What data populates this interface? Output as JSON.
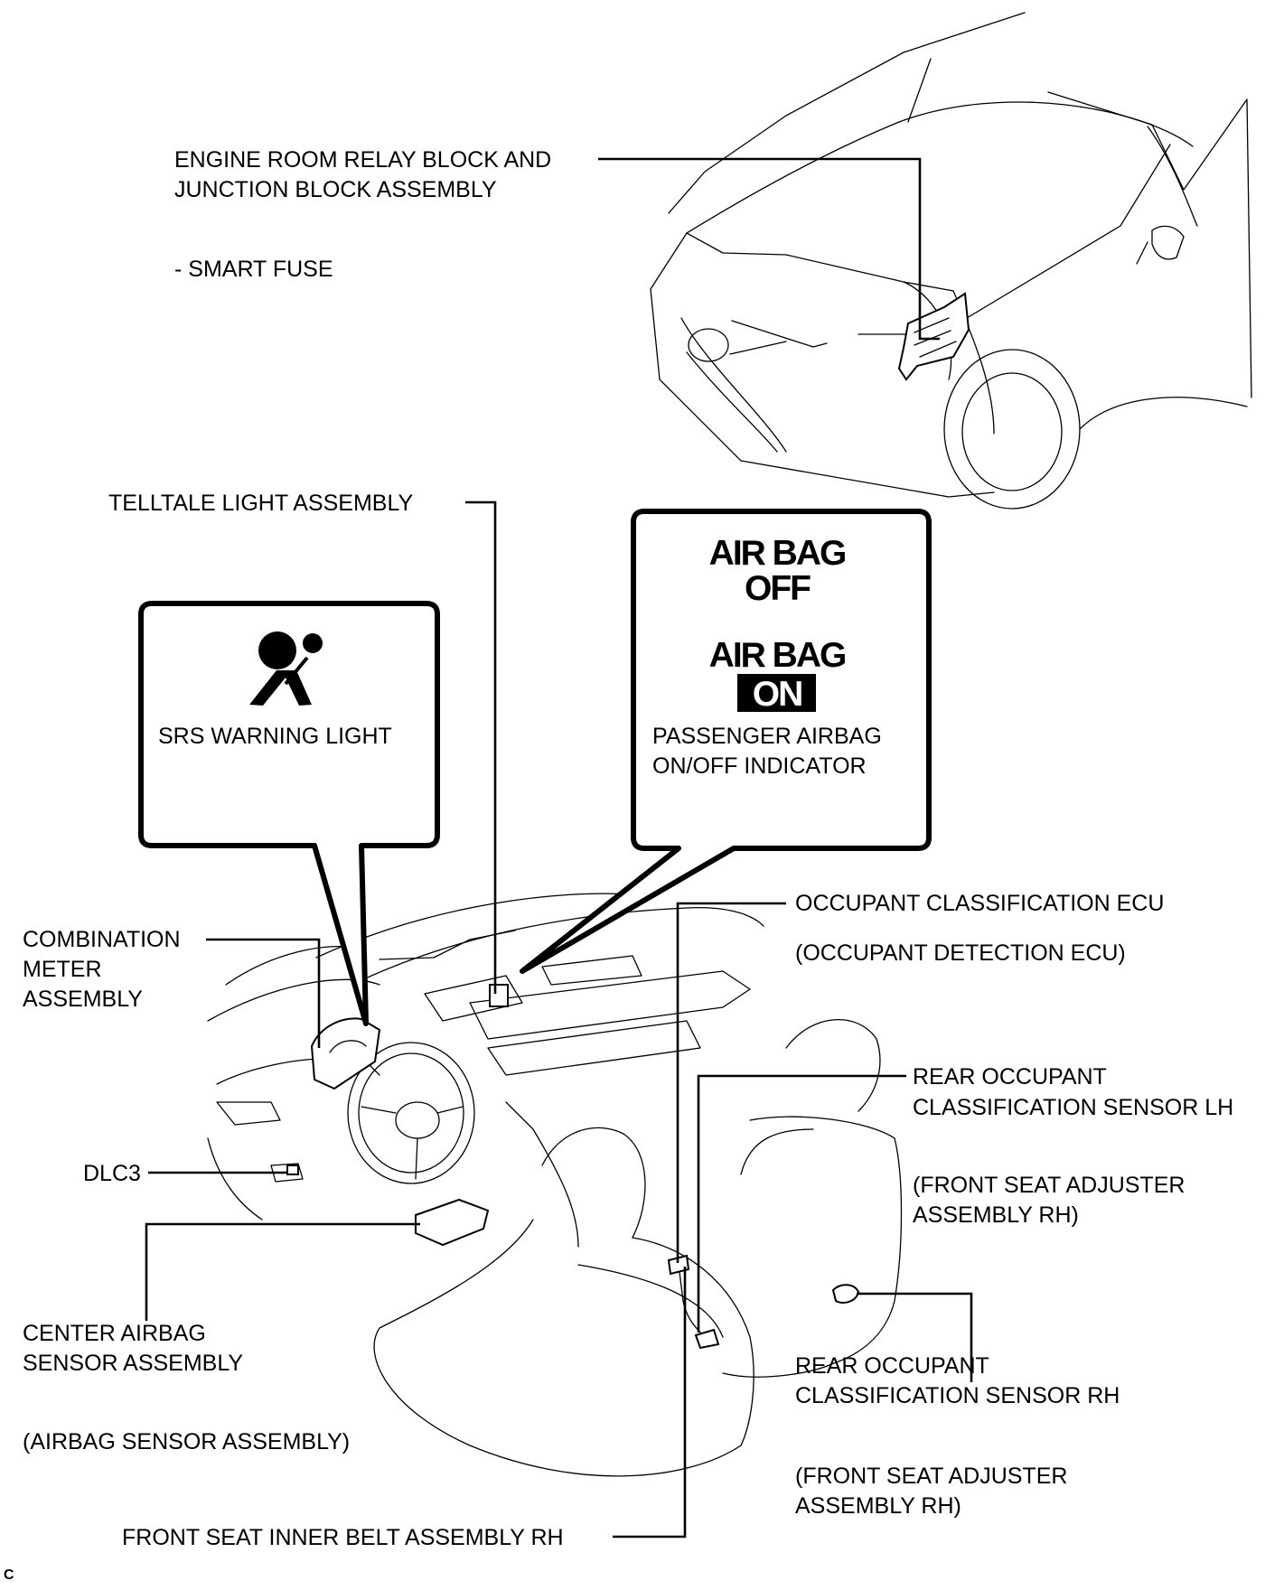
{
  "labels": {
    "engine_room_line1": "ENGINE ROOM RELAY BLOCK AND",
    "engine_room_line2": "JUNCTION BLOCK ASSEMBLY",
    "smart_fuse": "- SMART FUSE",
    "telltale": "TELLTALE LIGHT ASSEMBLY",
    "srs_warning": "SRS WARNING LIGHT",
    "airbag_off_line1": "AIR BAG",
    "airbag_off_line2": "OFF",
    "airbag_on_line1": "AIR BAG",
    "airbag_on_line2": "ON",
    "passenger_indicator_line1": "PASSENGER AIRBAG",
    "passenger_indicator_line2": "ON/OFF INDICATOR",
    "combination_line1": "COMBINATION",
    "combination_line2": "METER",
    "combination_line3": "ASSEMBLY",
    "occupant_ecu": "OCCUPANT CLASSIFICATION ECU",
    "occupant_detection": "(OCCUPANT DETECTION ECU)",
    "rear_lh_line1": "REAR OCCUPANT",
    "rear_lh_line2": "CLASSIFICATION SENSOR LH",
    "seat_adj_1_line1": "(FRONT SEAT ADJUSTER",
    "seat_adj_1_line2": "ASSEMBLY RH)",
    "dlc3": "DLC3",
    "center_airbag_line1": "CENTER AIRBAG",
    "center_airbag_line2": "SENSOR ASSEMBLY",
    "airbag_sensor": "(AIRBAG SENSOR ASSEMBLY)",
    "rear_rh_line1": "REAR OCCUPANT",
    "rear_rh_line2": "CLASSIFICATION SENSOR RH",
    "seat_adj_2_line1": "(FRONT SEAT ADJUSTER",
    "seat_adj_2_line2": "ASSEMBLY RH)",
    "front_belt": "FRONT SEAT INNER BELT ASSEMBLY RH",
    "corner_code": "C"
  },
  "icons": {
    "srs": "airbag-occupant-icon",
    "engine_block": "relay-block-icon"
  },
  "colors": {
    "ink": "#000000",
    "paper": "#ffffff"
  }
}
